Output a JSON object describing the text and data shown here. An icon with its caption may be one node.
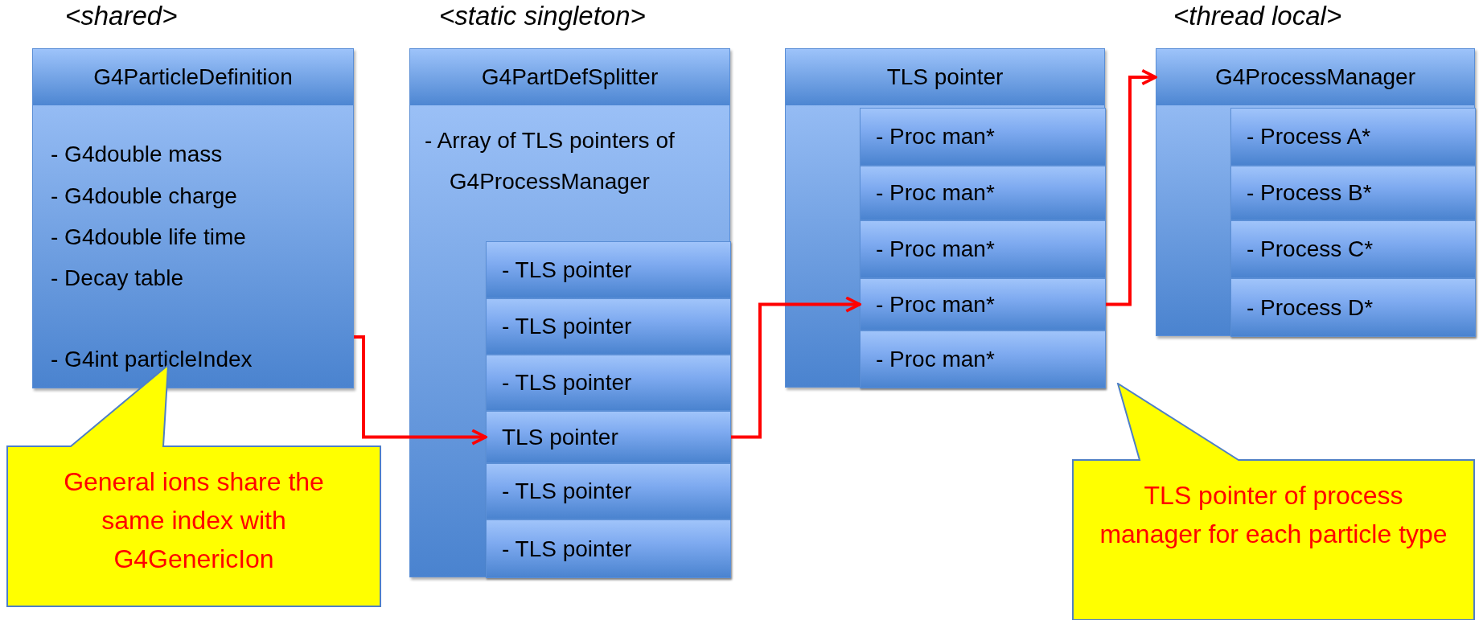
{
  "diagram": {
    "nodes": [
      {
        "text": [
          "<shared>",
          "G4ParticleDefinition",
          "- G4double mass",
          "- G4double charge",
          "- G4double life time",
          "- Decay table",
          "- G4int particleIndex"
        ]
      },
      {
        "text": [
          "<static singleton>",
          "G4PartDefSplitter",
          "- Array of TLS pointers of G4ProcessManager"
        ]
      },
      {
        "text": [
          "- TLS pointer"
        ],
        "in": 1
      },
      {
        "text": [
          "- TLS pointer"
        ],
        "in": 1
      },
      {
        "text": [
          "- TLS pointer"
        ],
        "in": 1
      },
      {
        "text": [
          "TLS pointer"
        ],
        "in": 1
      },
      {
        "text": [
          "- TLS pointer"
        ],
        "in": 1
      },
      {
        "text": [
          "- TLS pointer"
        ],
        "in": 1
      },
      {
        "text": [
          "TLS pointer"
        ]
      },
      {
        "text": [
          "- Proc man*"
        ],
        "in": 8
      },
      {
        "text": [
          "- Proc man*"
        ],
        "in": 8
      },
      {
        "text": [
          "- Proc man*"
        ],
        "in": 8
      },
      {
        "text": [
          "- Proc man*"
        ],
        "in": 8
      },
      {
        "text": [
          "- Proc man*"
        ],
        "in": 8
      },
      {
        "text": [
          "<thread local>",
          "G4ProcessManager"
        ]
      },
      {
        "text": [
          "- Process A*"
        ],
        "in": 14
      },
      {
        "text": [
          "- Process B*"
        ],
        "in": 14
      },
      {
        "text": [
          "- Process C*"
        ],
        "in": 14
      },
      {
        "text": [
          "- Process D*"
        ],
        "in": 14
      },
      {
        "text": [
          "General ions share the same index with G4GenericIon"
        ]
      },
      {
        "text": [
          "TLS pointer of process manager for each particle type"
        ]
      }
    ],
    "edges": [
      {
        "from": 0,
        "to": 5,
        "arrow": "to"
      },
      {
        "from": 5,
        "to": 12,
        "arrow": "to"
      },
      {
        "from": 12,
        "to": 14,
        "arrow": "to"
      }
    ]
  }
}
